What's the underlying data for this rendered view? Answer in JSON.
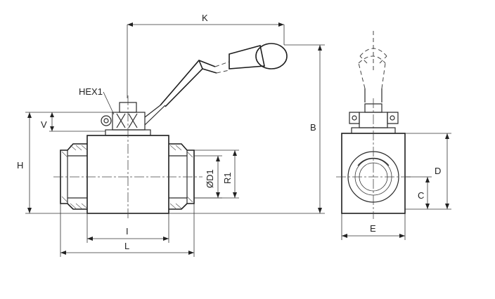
{
  "labels": {
    "k": "K",
    "hex1": "HEX1",
    "v": "V",
    "h": "H",
    "b": "B",
    "d1": "ØD1",
    "r1": "R1",
    "i": "I",
    "l": "L",
    "d": "D",
    "c": "C",
    "e": "E"
  }
}
